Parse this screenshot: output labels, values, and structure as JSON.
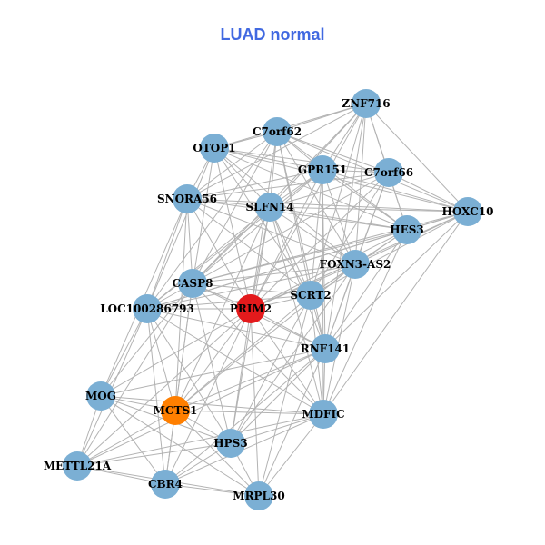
{
  "title": "LUAD normal",
  "colors": {
    "title": "#4169E1",
    "node_default": "#7BAFD4",
    "node_highlight_primary": "#E31A1C",
    "node_highlight_secondary": "#FF7F00",
    "edge": "#B3B3B3"
  },
  "nodes": [
    {
      "id": "ZNF716",
      "label": "ZNF716",
      "color": "node_default"
    },
    {
      "id": "C7orf62",
      "label": "C7orf62",
      "color": "node_default"
    },
    {
      "id": "OTOP1",
      "label": "OTOP1",
      "color": "node_default"
    },
    {
      "id": "GPR151",
      "label": "GPR151",
      "color": "node_default"
    },
    {
      "id": "C7orf66",
      "label": "C7orf66",
      "color": "node_default"
    },
    {
      "id": "SNORA56",
      "label": "SNORA56",
      "color": "node_default"
    },
    {
      "id": "SLFN14",
      "label": "SLFN14",
      "color": "node_default"
    },
    {
      "id": "HOXC10",
      "label": "HOXC10",
      "color": "node_default"
    },
    {
      "id": "HES3",
      "label": "HES3",
      "color": "node_default"
    },
    {
      "id": "FOXN3-AS2",
      "label": "FOXN3-AS2",
      "color": "node_default"
    },
    {
      "id": "CASP8",
      "label": "CASP8",
      "color": "node_default"
    },
    {
      "id": "SCRT2",
      "label": "SCRT2",
      "color": "node_default"
    },
    {
      "id": "LOC100286793",
      "label": "LOC100286793",
      "color": "node_default"
    },
    {
      "id": "PRIM2",
      "label": "PRIM2",
      "color": "node_highlight_primary"
    },
    {
      "id": "RNF141",
      "label": "RNF141",
      "color": "node_default"
    },
    {
      "id": "MOG",
      "label": "MOG",
      "color": "node_default"
    },
    {
      "id": "MCTS1",
      "label": "MCTS1",
      "color": "node_highlight_secondary"
    },
    {
      "id": "MDFIC",
      "label": "MDFIC",
      "color": "node_default"
    },
    {
      "id": "HPS3",
      "label": "HPS3",
      "color": "node_default"
    },
    {
      "id": "METTL21A",
      "label": "METTL21A",
      "color": "node_default"
    },
    {
      "id": "CBR4",
      "label": "CBR4",
      "color": "node_default"
    },
    {
      "id": "MRPL30",
      "label": "MRPL30",
      "color": "node_default"
    }
  ],
  "edges": [
    [
      "ZNF716",
      "C7orf62"
    ],
    [
      "ZNF716",
      "OTOP1"
    ],
    [
      "ZNF716",
      "GPR151"
    ],
    [
      "ZNF716",
      "C7orf66"
    ],
    [
      "ZNF716",
      "SLFN14"
    ],
    [
      "ZNF716",
      "HOXC10"
    ],
    [
      "ZNF716",
      "HES3"
    ],
    [
      "ZNF716",
      "FOXN3-AS2"
    ],
    [
      "ZNF716",
      "CASP8"
    ],
    [
      "ZNF716",
      "SCRT2"
    ],
    [
      "ZNF716",
      "PRIM2"
    ],
    [
      "ZNF716",
      "RNF141"
    ],
    [
      "ZNF716",
      "SNORA56"
    ],
    [
      "C7orf62",
      "OTOP1"
    ],
    [
      "C7orf62",
      "GPR151"
    ],
    [
      "C7orf62",
      "C7orf66"
    ],
    [
      "C7orf62",
      "SNORA56"
    ],
    [
      "C7orf62",
      "SLFN14"
    ],
    [
      "C7orf62",
      "HOXC10"
    ],
    [
      "C7orf62",
      "HES3"
    ],
    [
      "C7orf62",
      "FOXN3-AS2"
    ],
    [
      "C7orf62",
      "CASP8"
    ],
    [
      "C7orf62",
      "SCRT2"
    ],
    [
      "C7orf62",
      "LOC100286793"
    ],
    [
      "C7orf62",
      "PRIM2"
    ],
    [
      "C7orf62",
      "RNF141"
    ],
    [
      "OTOP1",
      "GPR151"
    ],
    [
      "OTOP1",
      "C7orf66"
    ],
    [
      "OTOP1",
      "SNORA56"
    ],
    [
      "OTOP1",
      "SLFN14"
    ],
    [
      "OTOP1",
      "HOXC10"
    ],
    [
      "OTOP1",
      "HES3"
    ],
    [
      "OTOP1",
      "FOXN3-AS2"
    ],
    [
      "OTOP1",
      "CASP8"
    ],
    [
      "OTOP1",
      "SCRT2"
    ],
    [
      "OTOP1",
      "PRIM2"
    ],
    [
      "OTOP1",
      "LOC100286793"
    ],
    [
      "GPR151",
      "C7orf66"
    ],
    [
      "GPR151",
      "SNORA56"
    ],
    [
      "GPR151",
      "SLFN14"
    ],
    [
      "GPR151",
      "HOXC10"
    ],
    [
      "GPR151",
      "HES3"
    ],
    [
      "GPR151",
      "FOXN3-AS2"
    ],
    [
      "GPR151",
      "CASP8"
    ],
    [
      "GPR151",
      "SCRT2"
    ],
    [
      "GPR151",
      "PRIM2"
    ],
    [
      "GPR151",
      "RNF141"
    ],
    [
      "GPR151",
      "LOC100286793"
    ],
    [
      "GPR151",
      "MDFIC"
    ],
    [
      "C7orf66",
      "SNORA56"
    ],
    [
      "C7orf66",
      "SLFN14"
    ],
    [
      "C7orf66",
      "HOXC10"
    ],
    [
      "C7orf66",
      "HES3"
    ],
    [
      "C7orf66",
      "FOXN3-AS2"
    ],
    [
      "C7orf66",
      "CASP8"
    ],
    [
      "C7orf66",
      "SCRT2"
    ],
    [
      "C7orf66",
      "PRIM2"
    ],
    [
      "C7orf66",
      "RNF141"
    ],
    [
      "SNORA56",
      "SLFN14"
    ],
    [
      "SNORA56",
      "HOXC10"
    ],
    [
      "SNORA56",
      "HES3"
    ],
    [
      "SNORA56",
      "FOXN3-AS2"
    ],
    [
      "SNORA56",
      "CASP8"
    ],
    [
      "SNORA56",
      "SCRT2"
    ],
    [
      "SNORA56",
      "LOC100286793"
    ],
    [
      "SNORA56",
      "PRIM2"
    ],
    [
      "SNORA56",
      "MOG"
    ],
    [
      "SNORA56",
      "MCTS1"
    ],
    [
      "SLFN14",
      "HOXC10"
    ],
    [
      "SLFN14",
      "HES3"
    ],
    [
      "SLFN14",
      "FOXN3-AS2"
    ],
    [
      "SLFN14",
      "CASP8"
    ],
    [
      "SLFN14",
      "SCRT2"
    ],
    [
      "SLFN14",
      "LOC100286793"
    ],
    [
      "SLFN14",
      "PRIM2"
    ],
    [
      "SLFN14",
      "RNF141"
    ],
    [
      "SLFN14",
      "MCTS1"
    ],
    [
      "SLFN14",
      "HPS3"
    ],
    [
      "SLFN14",
      "MDFIC"
    ],
    [
      "HOXC10",
      "HES3"
    ],
    [
      "HOXC10",
      "FOXN3-AS2"
    ],
    [
      "HOXC10",
      "CASP8"
    ],
    [
      "HOXC10",
      "SCRT2"
    ],
    [
      "HOXC10",
      "PRIM2"
    ],
    [
      "HOXC10",
      "RNF141"
    ],
    [
      "HOXC10",
      "MDFIC"
    ],
    [
      "HOXC10",
      "LOC100286793"
    ],
    [
      "HES3",
      "FOXN3-AS2"
    ],
    [
      "HES3",
      "CASP8"
    ],
    [
      "HES3",
      "SCRT2"
    ],
    [
      "HES3",
      "PRIM2"
    ],
    [
      "HES3",
      "RNF141"
    ],
    [
      "HES3",
      "LOC100286793"
    ],
    [
      "HES3",
      "MDFIC"
    ],
    [
      "FOXN3-AS2",
      "CASP8"
    ],
    [
      "FOXN3-AS2",
      "SCRT2"
    ],
    [
      "FOXN3-AS2",
      "PRIM2"
    ],
    [
      "FOXN3-AS2",
      "RNF141"
    ],
    [
      "FOXN3-AS2",
      "LOC100286793"
    ],
    [
      "FOXN3-AS2",
      "MDFIC"
    ],
    [
      "FOXN3-AS2",
      "MCTS1"
    ],
    [
      "FOXN3-AS2",
      "HPS3"
    ],
    [
      "CASP8",
      "SCRT2"
    ],
    [
      "CASP8",
      "LOC100286793"
    ],
    [
      "CASP8",
      "PRIM2"
    ],
    [
      "CASP8",
      "MOG"
    ],
    [
      "CASP8",
      "MCTS1"
    ],
    [
      "CASP8",
      "HPS3"
    ],
    [
      "CASP8",
      "METTL21A"
    ],
    [
      "CASP8",
      "CBR4"
    ],
    [
      "CASP8",
      "RNF141"
    ],
    [
      "CASP8",
      "MDFIC"
    ],
    [
      "SCRT2",
      "PRIM2"
    ],
    [
      "SCRT2",
      "LOC100286793"
    ],
    [
      "SCRT2",
      "RNF141"
    ],
    [
      "SCRT2",
      "MDFIC"
    ],
    [
      "SCRT2",
      "HPS3"
    ],
    [
      "SCRT2",
      "MCTS1"
    ],
    [
      "SCRT2",
      "MRPL30"
    ],
    [
      "LOC100286793",
      "PRIM2"
    ],
    [
      "LOC100286793",
      "MOG"
    ],
    [
      "LOC100286793",
      "MCTS1"
    ],
    [
      "LOC100286793",
      "METTL21A"
    ],
    [
      "LOC100286793",
      "HPS3"
    ],
    [
      "LOC100286793",
      "CBR4"
    ],
    [
      "LOC100286793",
      "MDFIC"
    ],
    [
      "LOC100286793",
      "RNF141"
    ],
    [
      "PRIM2",
      "RNF141"
    ],
    [
      "PRIM2",
      "MOG"
    ],
    [
      "PRIM2",
      "MCTS1"
    ],
    [
      "PRIM2",
      "MDFIC"
    ],
    [
      "PRIM2",
      "HPS3"
    ],
    [
      "PRIM2",
      "METTL21A"
    ],
    [
      "PRIM2",
      "CBR4"
    ],
    [
      "PRIM2",
      "MRPL30"
    ],
    [
      "RNF141",
      "MOG"
    ],
    [
      "RNF141",
      "MCTS1"
    ],
    [
      "RNF141",
      "MDFIC"
    ],
    [
      "RNF141",
      "HPS3"
    ],
    [
      "RNF141",
      "METTL21A"
    ],
    [
      "RNF141",
      "CBR4"
    ],
    [
      "RNF141",
      "MRPL30"
    ],
    [
      "MOG",
      "MCTS1"
    ],
    [
      "MOG",
      "MDFIC"
    ],
    [
      "MOG",
      "HPS3"
    ],
    [
      "MOG",
      "METTL21A"
    ],
    [
      "MOG",
      "CBR4"
    ],
    [
      "MOG",
      "MRPL30"
    ],
    [
      "MCTS1",
      "MDFIC"
    ],
    [
      "MCTS1",
      "HPS3"
    ],
    [
      "MCTS1",
      "METTL21A"
    ],
    [
      "MCTS1",
      "CBR4"
    ],
    [
      "MCTS1",
      "MRPL30"
    ],
    [
      "MDFIC",
      "HPS3"
    ],
    [
      "MDFIC",
      "METTL21A"
    ],
    [
      "MDFIC",
      "CBR4"
    ],
    [
      "MDFIC",
      "MRPL30"
    ],
    [
      "HPS3",
      "METTL21A"
    ],
    [
      "HPS3",
      "CBR4"
    ],
    [
      "HPS3",
      "MRPL30"
    ],
    [
      "METTL21A",
      "CBR4"
    ],
    [
      "METTL21A",
      "MRPL30"
    ],
    [
      "CBR4",
      "MRPL30"
    ]
  ]
}
